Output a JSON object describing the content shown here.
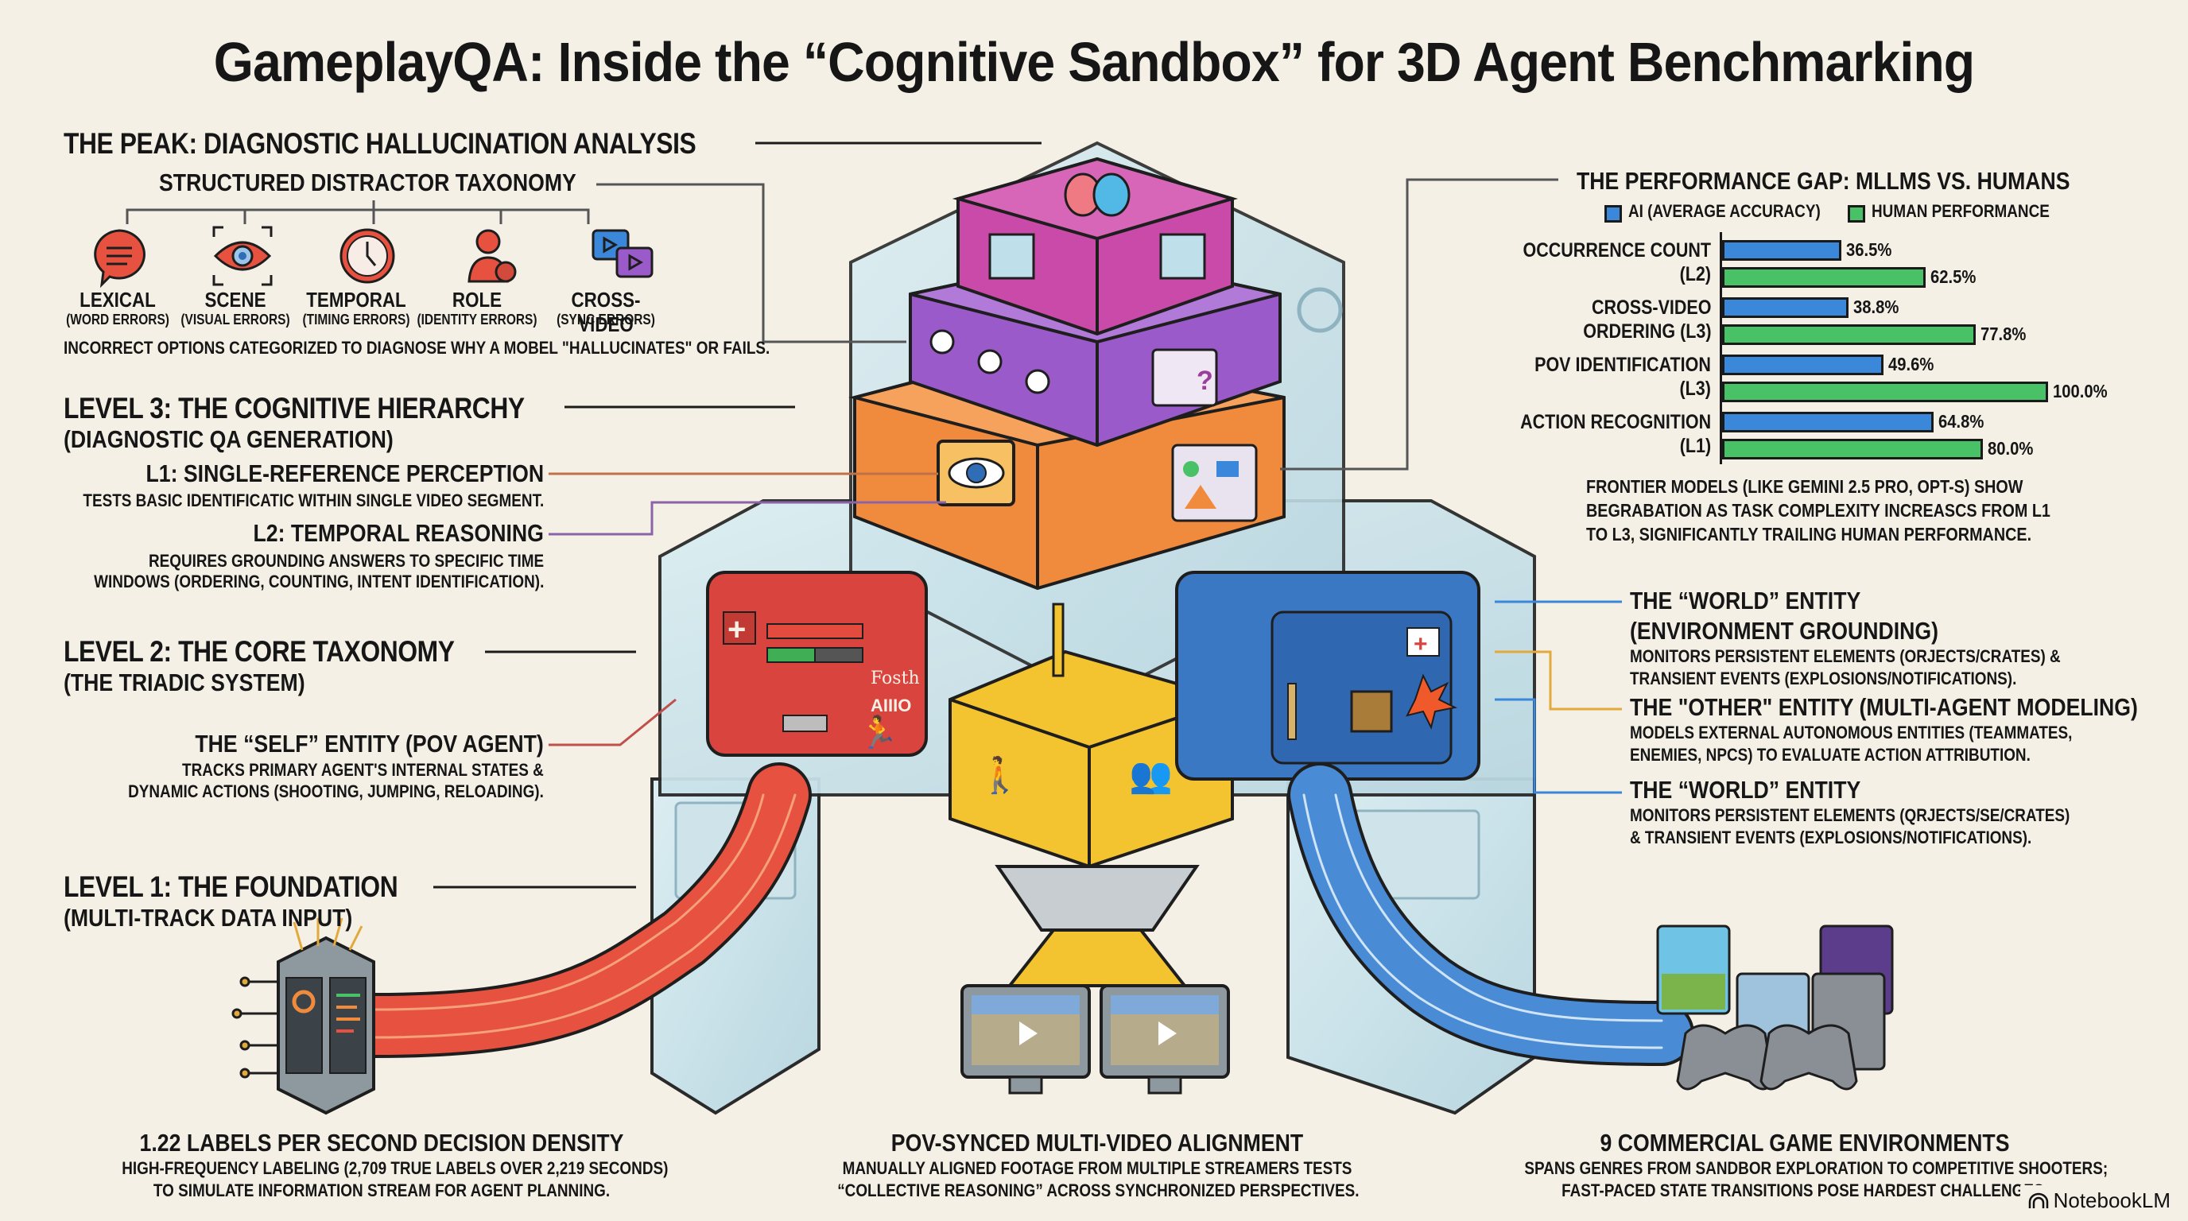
{
  "title": "GameplayQA: Inside the “Cognitive Sandbox” for 3D Agent Benchmarking",
  "peak": {
    "heading": "THE PEAK: DIAGNOSTIC HALLUCINATION ANALYSIS",
    "taxonomy_title": "STRUCTURED DISTRACTOR TAXONOMY",
    "categories": [
      {
        "icon": "speech-bubble-icon",
        "label": "LEXICAL",
        "sub": "(WORD ERRORS)"
      },
      {
        "icon": "eye-icon",
        "label": "SCENE",
        "sub": "(VISUAL ERRORS)"
      },
      {
        "icon": "clock-icon",
        "label": "TEMPORAL",
        "sub": "(TIMING ERRORS)"
      },
      {
        "icon": "person-icon",
        "label": "ROLE",
        "sub": "(IDENTITY ERRORS)"
      },
      {
        "icon": "video-chat-icon",
        "label": "CROSS-VIDEO",
        "sub": "(SYNC ERRORS)"
      }
    ],
    "note": "INCORRECT OPTIONS CATEGORIZED TO DIAGNOSE WHY A MOBEL \"HALLUCINATES\" OR FAILS."
  },
  "level3": {
    "heading": "LEVEL 3: THE COGNITIVE HIERARCHY",
    "subheading": "(DIAGNOSTIC QA GENERATION)",
    "l1_title": "L1: SINGLE-REFERENCE PERCEPTION",
    "l1_desc": "TESTS BASIC IDENTIFICATIC WITHIN SINGLE VIDEO SEGMENT.",
    "l2_title": "L2: TEMPORAL REASONING",
    "l2_desc_1": "REQUIRES GROUNDING ANSWERS TO SPECIFIC TIME",
    "l2_desc_2": "WINDOWS (ORDERING, COUNTING, INTENT IDENTIFICATION)."
  },
  "level2": {
    "heading": "LEVEL 2: THE CORE TAXONOMY",
    "subheading": "(THE TRIADIC SYSTEM)",
    "self_title": "THE “SELF” ENTITY (POV AGENT)",
    "self_desc_1": "TRACKS PRIMARY AGENT'S INTERNAL STATES &",
    "self_desc_2": "DYNAMIC ACTIONS (SHOOTING, JUMPING, RELOADING)."
  },
  "level1": {
    "heading": "LEVEL 1: THE FOUNDATION",
    "subheading": "(MULTI-TRACK DATA INPUT)"
  },
  "right_entities": [
    {
      "title": "THE “WORLD” ENTITY",
      "subtitle": "(ENVIRONMENT GROUNDING)",
      "desc_1": "MONITORS PERSISTENT ELEMENTS (ORJECTS/CRATES) &",
      "desc_2": "TRANSIENT EVENTS (EXPLOSIONS/NOTIFICATIONS)."
    },
    {
      "title": "THE \"OTHER\" ENTITY (MULTI-AGENT MODELING)",
      "subtitle": "",
      "desc_1": "MODELS EXTERNAL AUTONOMOUS ENTITIES (TEAMMATES,",
      "desc_2": "ENEMIES, NPCS) TO EVALUATE ACTION ATTRIBUTION."
    },
    {
      "title": "THE “WORLD” ENTITY",
      "subtitle": "",
      "desc_1": "MONITORS PERSISTENT ELEMENTS (QRJECTS/SE/CRATES)",
      "desc_2": "& TRANSIENT EVENTS (EXPLOSIONS/NOTIFICATIONS)."
    }
  ],
  "red_panel": {
    "label_1": "Fosth",
    "label_2": "AIIIO"
  },
  "chart_data": {
    "type": "bar",
    "title": "THE PERFORMANCE GAP: MLLMS VS. HUMANS",
    "orientation": "horizontal",
    "categories": [
      [
        "OCCURRENCE COUNT",
        "(L2)"
      ],
      [
        "CROSS-VIDEO",
        "ORDERING (L3)"
      ],
      [
        "POV IDENTIFICATION",
        "(L3)"
      ],
      [
        "ACTION RECOGNITION",
        "(L1)"
      ]
    ],
    "series": [
      {
        "name": "AI (AVERAGE ACCURACY)",
        "color": "#3b87d9",
        "values": [
          36.5,
          38.8,
          49.6,
          64.8
        ],
        "labels": [
          "36.5%",
          "38.8%",
          "49.6%",
          "64.8%"
        ]
      },
      {
        "name": "HUMAN PERFORMANCE",
        "color": "#49c166",
        "values": [
          62.5,
          77.8,
          100.0,
          80.0
        ],
        "labels": [
          "62.5%",
          "77.8%",
          "100.0%",
          "80.0%"
        ]
      }
    ],
    "xlim": [
      0,
      100
    ],
    "xlabel": "",
    "ylabel": "",
    "grid": false,
    "legend": "top",
    "note_1": "FRONTIER MODELS (LIKE GEMINI 2.5 PRO, OPT-S) SHOW",
    "note_2": "BEGRABATION AS TASK COMPLEXITY INCREASCS FROM L1",
    "note_3": "TO L3, SIGNIFICANTLY TRAILING HUMAN PERFORMANCE."
  },
  "bottom": [
    {
      "title": "1.22 LABELS PER SECOND DECISION DENSITY",
      "desc_1": "HIGH-FREQUENCY LABELING (2,709 TRUE LABELS OVER 2,219 SECONDS)",
      "desc_2": "TO SIMULATE INFORMATION STREAM FOR AGENT PLANNING."
    },
    {
      "title": "POV-SYNCED MULTI-VIDEO ALIGNMENT",
      "desc_1": "MANUALLY ALIGNED FOOTAGE FROM MULTIPLE STREAMERS TESTS",
      "desc_2": "“COLLECTIVE REASONING” ACROSS SYNCHRONIZED PERSPECTIVES."
    },
    {
      "title": "9 COMMERCIAL GAME ENVIRONMENTS",
      "desc_1": "SPANS GENRES FROM SANDBOR EXPLORATION TO COMPETITIVE SHOOTERS;",
      "desc_2": "FAST-PACED STATE TRANSITIONS POSE HARDEST CHALLENGES."
    }
  ],
  "watermark": "NotebookLM"
}
